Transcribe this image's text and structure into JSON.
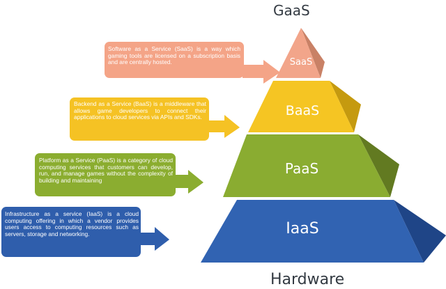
{
  "titles": {
    "top": "GaaS",
    "bottom": "Hardware"
  },
  "layers": [
    {
      "label": "SaaS",
      "color": "#f2a58a",
      "description": "Software as a Service (SaaS) is a way which gaming tools are licensed on a subscription basis and are centrally hosted."
    },
    {
      "label": "BaaS",
      "color": "#f5c523",
      "description": "Backend as a Service (BaaS) is a middleware that allows game developers to connect their applications to cloud services via APIs and SDKs."
    },
    {
      "label": "PaaS",
      "color": "#8aac31",
      "description": "Platform as a Service (PaaS) is a category of cloud computing services that customers can develop, run, and manage games without the complexity of building and maintaining"
    },
    {
      "label": "IaaS",
      "color": "#2f5fad",
      "description": "Infrastructure as a service (IaaS) is a cloud computing offering in which a vendor provides users access to computing resources such as servers, storage and networking."
    }
  ]
}
